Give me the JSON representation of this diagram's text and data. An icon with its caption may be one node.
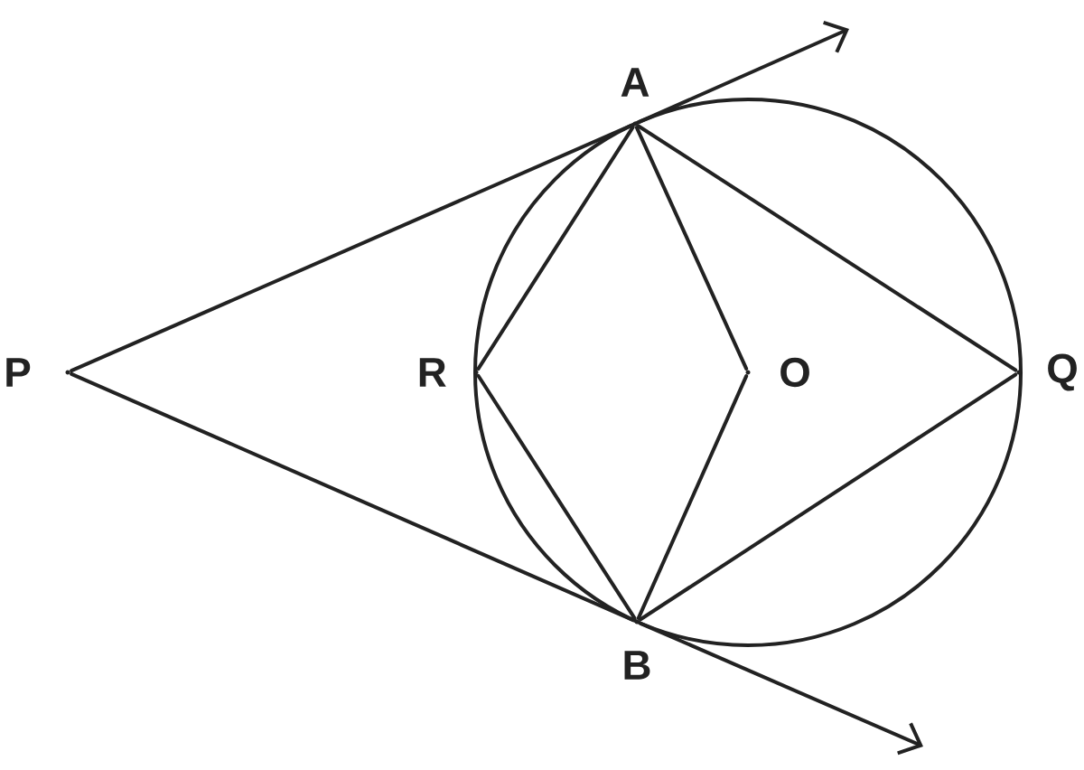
{
  "diagram": {
    "nodes": [
      {
        "text": [
          "P"
        ]
      },
      {
        "text": [
          "A"
        ]
      },
      {
        "text": [
          "B"
        ]
      },
      {
        "text": [
          "R"
        ]
      },
      {
        "text": [
          "O"
        ]
      },
      {
        "text": [
          "Q"
        ]
      }
    ],
    "edges": [
      {
        "from": 0,
        "to": 1,
        "arrow": "none"
      },
      {
        "from": 1,
        "to": null,
        "arrow": "to"
      },
      {
        "from": 0,
        "to": 2,
        "arrow": "none"
      },
      {
        "from": 2,
        "to": null,
        "arrow": "to"
      },
      {
        "from": 1,
        "to": 3,
        "arrow": "none"
      },
      {
        "from": 3,
        "to": 2,
        "arrow": "none"
      },
      {
        "from": 1,
        "to": 4,
        "arrow": "none"
      },
      {
        "from": 4,
        "to": 2,
        "arrow": "none"
      },
      {
        "from": 1,
        "to": 5,
        "arrow": "none"
      },
      {
        "from": 5,
        "to": 2,
        "arrow": "none"
      }
    ]
  }
}
